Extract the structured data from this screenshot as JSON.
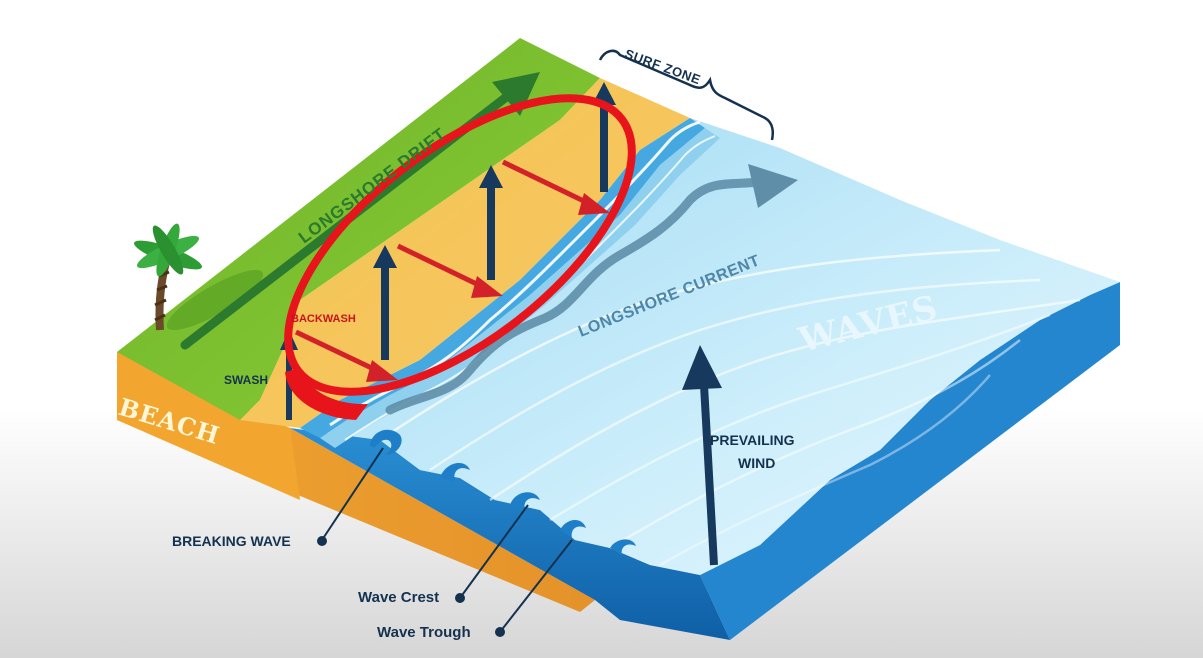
{
  "labels": {
    "surf_zone": "SURF ZONE",
    "longshore_drift": "LONGSHORE DRIFT",
    "longshore_current": "LONGSHORE CURRENT",
    "waves": "WAVES",
    "backwash": "BACKWASH",
    "swash": "SWASH",
    "beach": "BEACH",
    "prevailing_wind_line1": "PREVAILING",
    "prevailing_wind_line2": "WIND",
    "breaking_wave": "BREAKING WAVE",
    "wave_crest": "Wave Crest",
    "wave_trough": "Wave Trough"
  },
  "colors": {
    "grass": "#78bf2a",
    "sand": "#f6c55a",
    "beach_side": "#eda02e",
    "ocean_light": "#bfe6f7",
    "ocean_mid": "#8fd0ee",
    "ocean_side": "#1a78c2",
    "arrow_dark": "#17395e",
    "arrow_red": "#d22128",
    "drift_arrow": "#2c7a2e",
    "current_arrow": "#5f8ea8",
    "highlight_ellipse": "#e8141c"
  },
  "icons": [
    "palm-tree-icon"
  ]
}
